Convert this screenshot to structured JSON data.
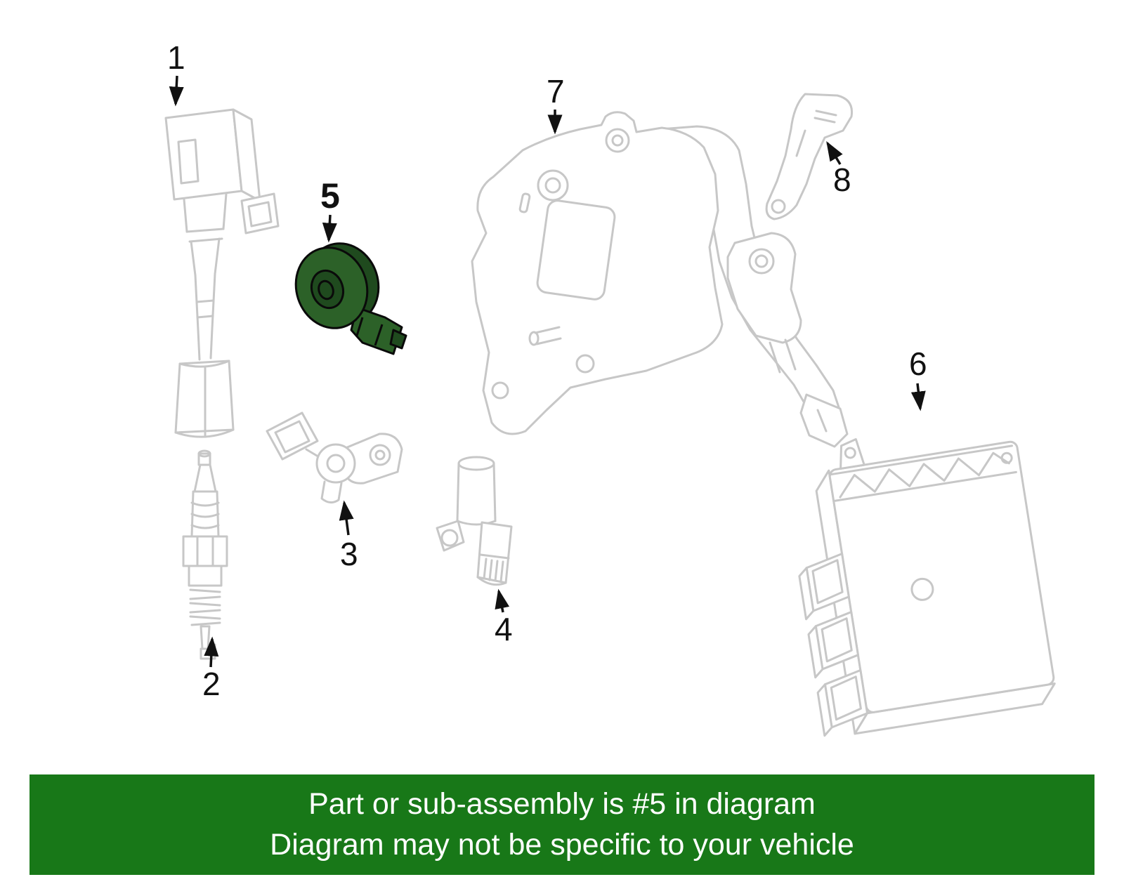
{
  "diagram": {
    "parts": [
      {
        "label": "1"
      },
      {
        "label": "2"
      },
      {
        "label": "3"
      },
      {
        "label": "4"
      },
      {
        "label": "5"
      },
      {
        "label": "6"
      },
      {
        "label": "7"
      },
      {
        "label": "8"
      }
    ]
  },
  "banner": {
    "line1": "Part or sub-assembly is #5 in diagram",
    "line2": "Diagram may not be specific to your vehicle"
  },
  "colors": {
    "highlight_fill": "#2c6128",
    "highlight_fill_dark": "#1f4a1e",
    "outline_black": "#0a0a0a",
    "line_gray": "#c7c7c7",
    "banner_green": "#187818",
    "banner_text": "#ffffff",
    "label_color": "#111111"
  }
}
